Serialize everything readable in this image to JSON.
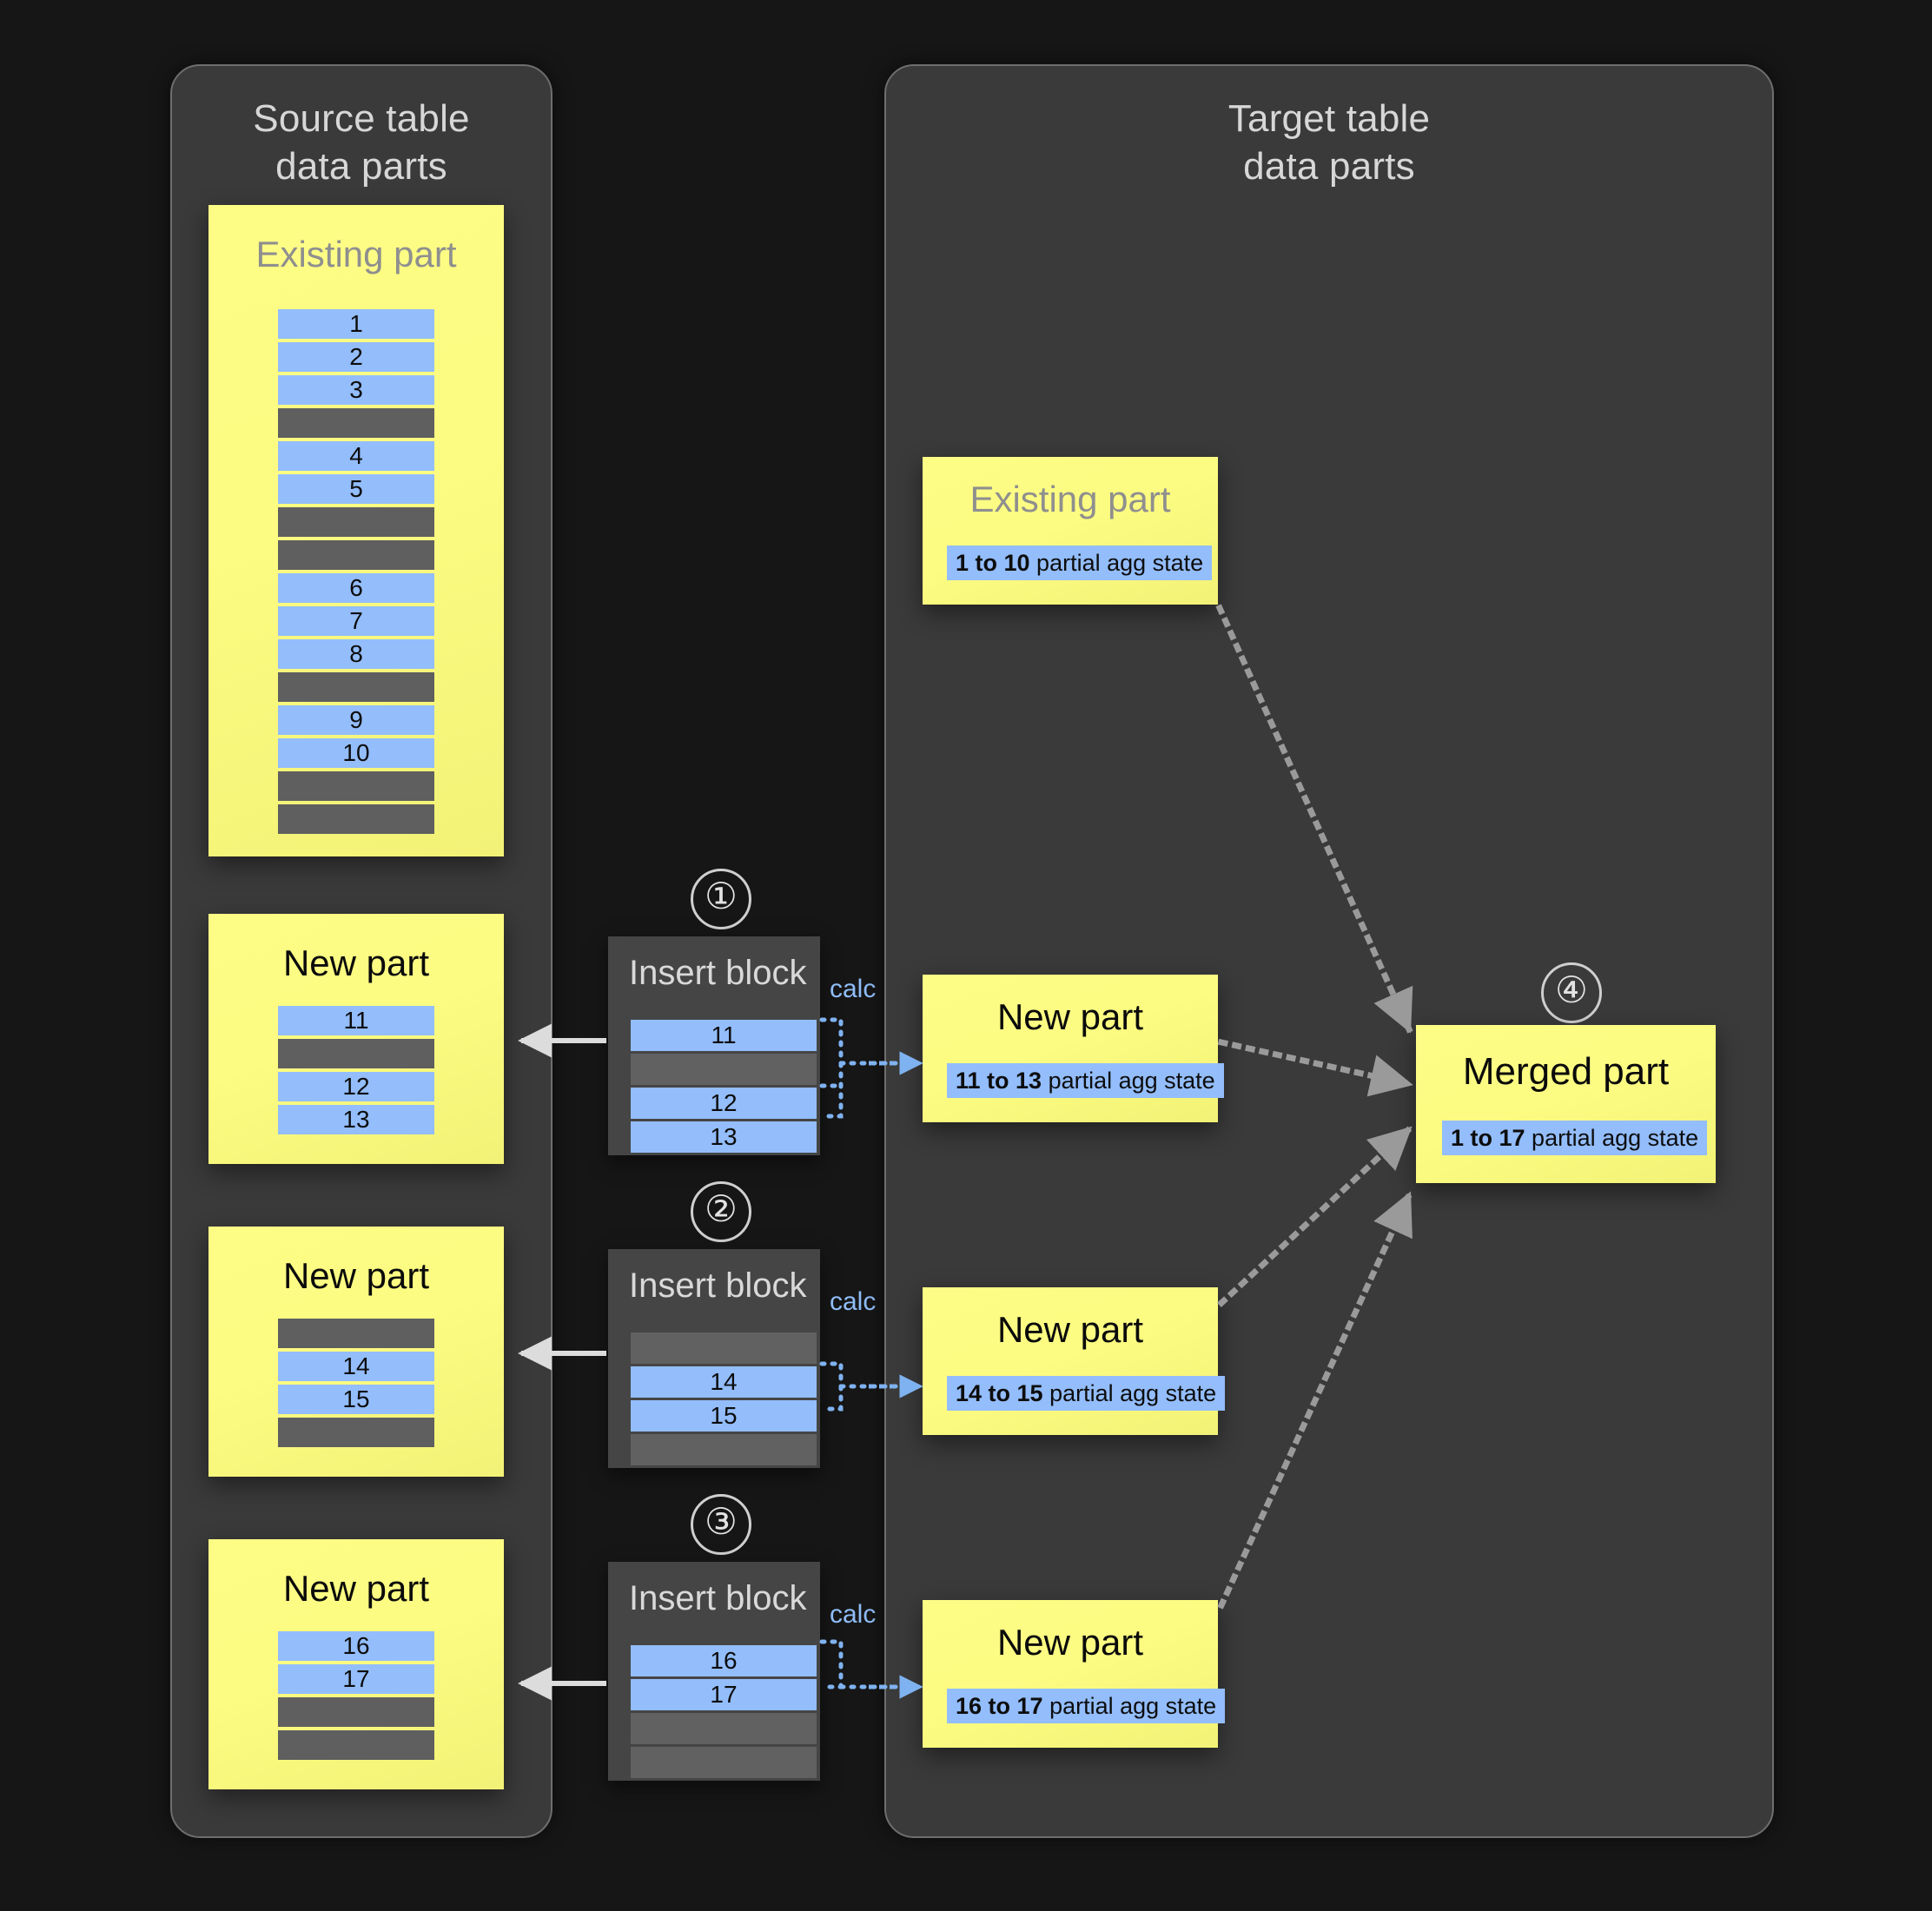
{
  "panels": {
    "source": {
      "title": "Source table\ndata parts"
    },
    "target": {
      "title": "Target table\ndata parts"
    }
  },
  "labels": {
    "existing_part": "Existing part",
    "new_part": "New part",
    "merged_part": "Merged part",
    "insert_block": "Insert block",
    "calc": "calc"
  },
  "steps": {
    "one": "①",
    "two": "②",
    "three": "③",
    "four": "④"
  },
  "colors": {
    "background": "#161616",
    "panel": "#3a3a3a",
    "panel_border": "#6e6e6e",
    "part_yellow": "#fcfc82",
    "row_blue": "#93bdfb",
    "row_grey": "#5f5f5f",
    "accent_blue": "#8fbdf7",
    "arrow_grey": "#9a9a9a",
    "arrow_white": "#dcdcdc"
  },
  "source_table": {
    "existing_part": {
      "title": "Existing part",
      "rows": [
        "1",
        "2",
        "3",
        "",
        "4",
        "5",
        "",
        "",
        "6",
        "7",
        "8",
        "",
        "9",
        "10",
        "",
        ""
      ]
    },
    "new_parts": [
      {
        "title": "New part",
        "rows": [
          "11",
          "",
          "12",
          "13"
        ]
      },
      {
        "title": "New part",
        "rows": [
          "",
          "14",
          "15",
          ""
        ]
      },
      {
        "title": "New part",
        "rows": [
          "16",
          "17",
          "",
          ""
        ]
      }
    ]
  },
  "insert_blocks": [
    {
      "step": "①",
      "title": "Insert block",
      "calc": "calc",
      "rows": [
        "11",
        "",
        "12",
        "13"
      ]
    },
    {
      "step": "②",
      "title": "Insert block",
      "calc": "calc",
      "rows": [
        "",
        "14",
        "15",
        ""
      ]
    },
    {
      "step": "③",
      "title": "Insert block",
      "calc": "calc",
      "rows": [
        "16",
        "17",
        "",
        ""
      ]
    }
  ],
  "target_table": {
    "existing_part": {
      "title": "Existing part",
      "agg_range": "1 to 10",
      "agg_suffix": " partial agg state"
    },
    "new_parts": [
      {
        "title": "New part",
        "agg_range": "11 to 13",
        "agg_suffix": " partial agg state"
      },
      {
        "title": "New part",
        "agg_range": "14 to 15",
        "agg_suffix": " partial agg state"
      },
      {
        "title": "New part",
        "agg_range": "16 to 17",
        "agg_suffix": " partial agg state"
      }
    ],
    "merged_part": {
      "step": "④",
      "title": "Merged part",
      "agg_range": "1 to 17",
      "agg_suffix": " partial agg state"
    }
  }
}
